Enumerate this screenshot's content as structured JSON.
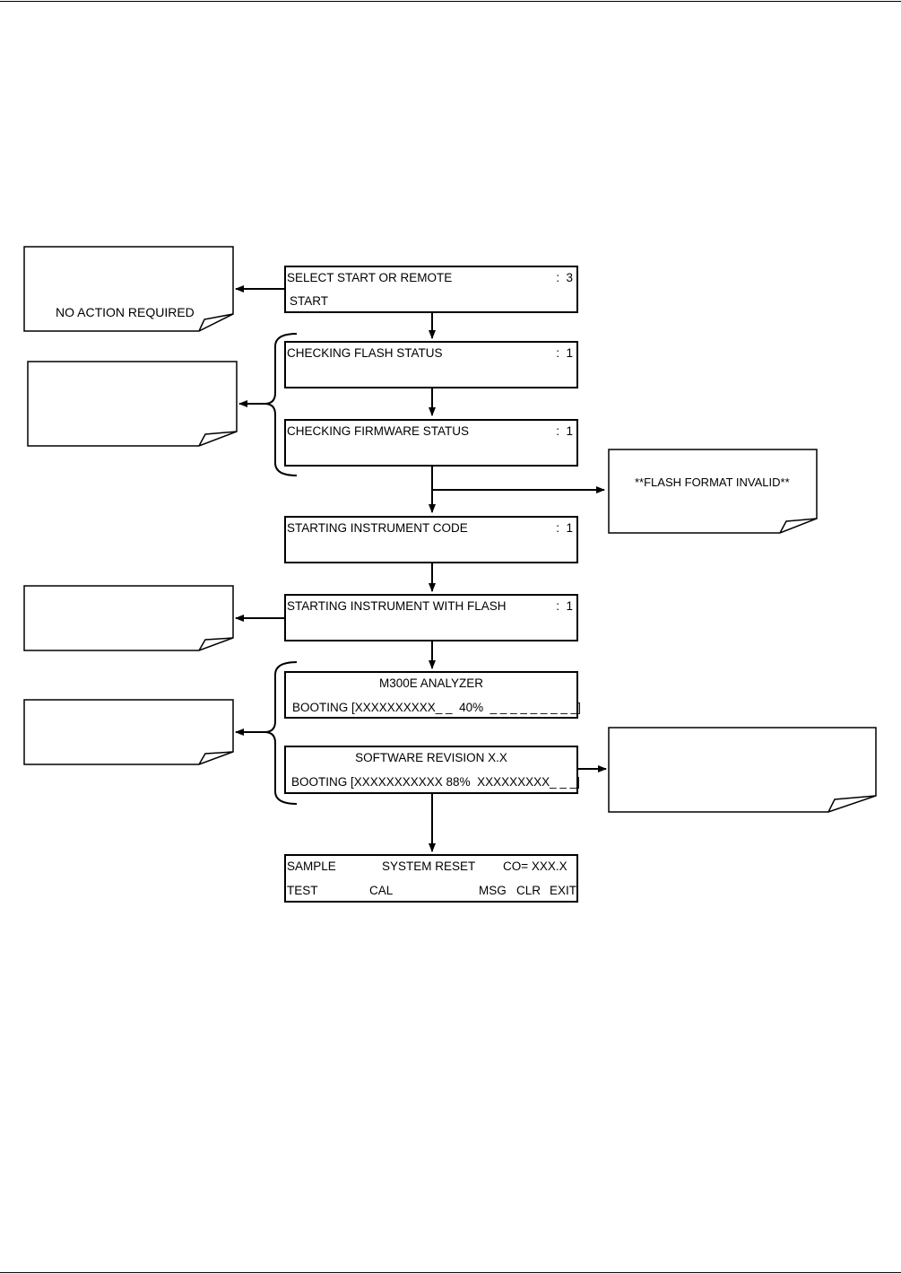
{
  "screens": {
    "select": {
      "line1": "SELECT START OR REMOTE",
      "num": ":  3",
      "line2": "START"
    },
    "flash": {
      "line1": "CHECKING FLASH STATUS",
      "num": ":  1"
    },
    "firmware": {
      "line1": "CHECKING FIRMWARE STATUS",
      "num": ":  1"
    },
    "instcode": {
      "line1": "STARTING INSTRUMENT CODE",
      "num": ":  1"
    },
    "withflash": {
      "line1": "STARTING INSTRUMENT WITH FLASH",
      "num": ":  1"
    },
    "analyzer": {
      "line1": "M300E ANALYZER",
      "line2": "BOOTING [XXXXXXXXXX_ _  40%  _ _ _ _ _ _ _ _ _]"
    },
    "revision": {
      "line1": "SOFTWARE REVISION X.X",
      "line2": "BOOTING [XXXXXXXXXXX 88%  XXXXXXXXX_ _ _]"
    },
    "sample": {
      "mode": "SAMPLE",
      "message": "SYSTEM RESET",
      "conc": "CO= XXX.X",
      "keys": [
        "TEST",
        "CAL",
        "MSG",
        "CLR",
        "EXIT"
      ]
    }
  },
  "notes": {
    "no_action": "NO ACTION REQUIRED",
    "flash_invalid": "**FLASH FORMAT INVALID**"
  }
}
